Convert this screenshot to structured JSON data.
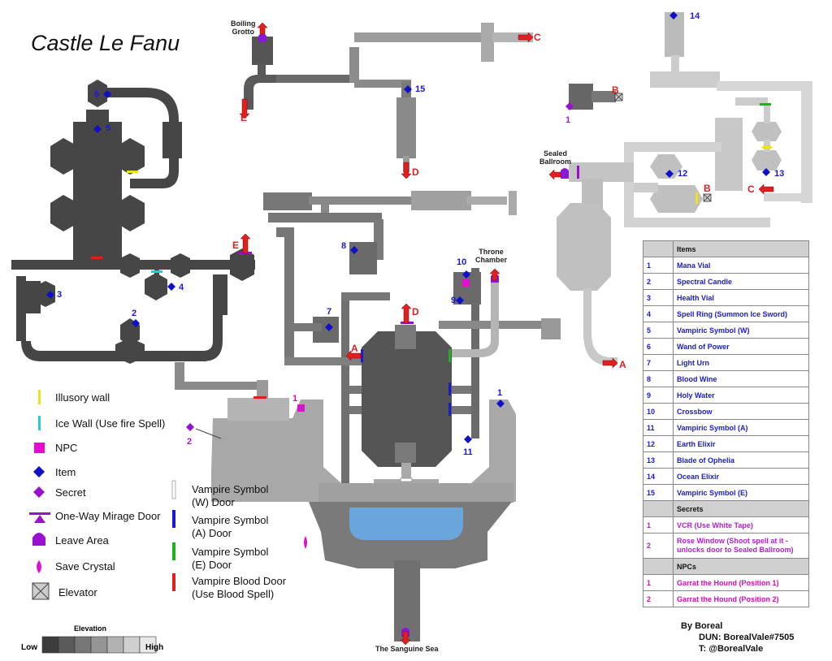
{
  "title": "Castle Le Fanu",
  "place_labels": {
    "boiling_grotto": "Boiling\nGrotto",
    "sealed_ballroom": "Sealed\nBallroom",
    "throne_chamber": "Throne\nChamber",
    "sanguine_sea": "The Sanguine Sea"
  },
  "door_letters": {
    "a": "A",
    "b": "B",
    "c": "C",
    "d": "D",
    "e": "E"
  },
  "legend": {
    "illusory_wall": "Illusory wall",
    "ice_wall": "Ice Wall (Use fire Spell)",
    "npc": "NPC",
    "item": "Item",
    "secret": "Secret",
    "mirage_door": "One-Way Mirage Door",
    "leave_area": "Leave Area",
    "save_crystal": "Save Crystal",
    "elevator": "Elevator",
    "vampire_w": "Vampire Symbol\n(W) Door",
    "vampire_a": "Vampire Symbol\n(A) Door",
    "vampire_e": "Vampire Symbol\n(E) Door",
    "blood_door": "Vampire Blood Door\n(Use Blood Spell)"
  },
  "elevation": {
    "label": "Elevation",
    "low": "Low",
    "high": "High",
    "shades": [
      "#3c3c3c",
      "#5a5a5a",
      "#777777",
      "#959595",
      "#b2b2b2",
      "#cfcfcf",
      "#e8e8e8"
    ]
  },
  "colors": {
    "item": "#1010c8",
    "secret": "#9a10d0",
    "npc": "#e010d0",
    "illusory": "#f0e020",
    "ice": "#20d0d0",
    "vamp_a": "#1a1ad4",
    "vamp_e": "#20b020",
    "blood": "#e02020",
    "water": "#6aa6dc"
  },
  "table": {
    "items_header": "Items",
    "items": [
      {
        "n": "1",
        "name": "Mana Vial"
      },
      {
        "n": "2",
        "name": "Spectral Candle"
      },
      {
        "n": "3",
        "name": "Health Vial"
      },
      {
        "n": "4",
        "name": "Spell Ring (Summon Ice Sword)"
      },
      {
        "n": "5",
        "name": "Vampiric Symbol (W)"
      },
      {
        "n": "6",
        "name": "Wand of Power"
      },
      {
        "n": "7",
        "name": "Light Urn"
      },
      {
        "n": "8",
        "name": "Blood Wine"
      },
      {
        "n": "9",
        "name": "Holy Water"
      },
      {
        "n": "10",
        "name": "Crossbow"
      },
      {
        "n": "11",
        "name": "Vampiric Symbol (A)"
      },
      {
        "n": "12",
        "name": "Earth Elixir"
      },
      {
        "n": "13",
        "name": "Blade of Ophelia"
      },
      {
        "n": "14",
        "name": "Ocean Elixir"
      },
      {
        "n": "15",
        "name": "Vampiric Symbol (E)"
      }
    ],
    "secrets_header": "Secrets",
    "secrets": [
      {
        "n": "1",
        "name": "VCR (Use White Tape)"
      },
      {
        "n": "2",
        "name": "Rose Window (Shoot spell at it - unlocks door to Sealed Ballroom)"
      }
    ],
    "npcs_header": "NPCs",
    "npcs": [
      {
        "n": "1",
        "name": "Garrat the Hound (Position 1)"
      },
      {
        "n": "2",
        "name": "Garrat the Hound (Position 2)"
      }
    ]
  },
  "credits": {
    "by": "By Boreal",
    "dun": "DUN: BorealVale#7505",
    "twitter": "T: @BorealVale"
  }
}
